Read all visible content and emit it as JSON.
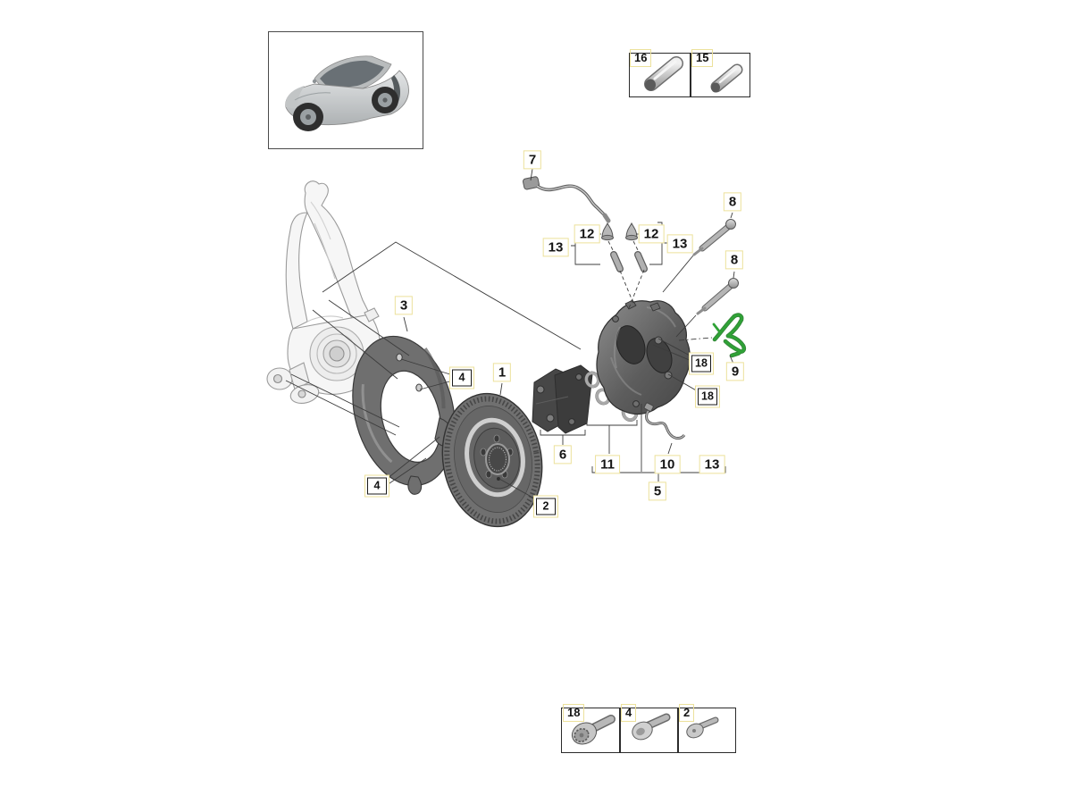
{
  "meta": {
    "kind": "exploded-parts-diagram",
    "subject": "front brake assembly with numbered callouts",
    "background": "#ffffff"
  },
  "colors": {
    "highlight_border": "#ece19b",
    "label_text": "#141414",
    "callout_box_border": "#1b1b1b",
    "cell_border": "#2b2b2b",
    "leader_line": "#3c3c3c",
    "spring_green": "#2fa236",
    "part_dark_gray": "#5a5a5a",
    "part_light_gray": "#c9c9c9"
  },
  "icons": {
    "vehicle": "suv-3quarter-view-thumbnail",
    "tube_large": "sealant-tube-large",
    "tube_small": "sealant-tube-small",
    "screw_multi_point": "multi-point-flange-bolt",
    "screw_pan_head": "pan-head-screw",
    "screw_countersunk": "countersunk-screw",
    "spring": "pad-retaining-spring-highlighted",
    "disc": "vented-brake-disc",
    "caliper": "brake-caliper",
    "shield": "brake-dust-shield",
    "knuckle": "steering-knuckle",
    "hose": "brake-hose",
    "pads": "brake-pad-set",
    "rings": "seal-ring-set",
    "wire": "wear-sensor-wire",
    "bolt": "caliper-mounting-bolt",
    "cap": "bleeder-dust-cap",
    "sleeve": "guide-sleeve"
  },
  "callouts": [
    {
      "text": "7"
    },
    {
      "text": "12"
    },
    {
      "text": "12"
    },
    {
      "text": "13"
    },
    {
      "text": "13"
    },
    {
      "text": "8"
    },
    {
      "text": "8"
    },
    {
      "text": "3"
    },
    {
      "text": "1"
    },
    {
      "text": "4"
    },
    {
      "text": "4"
    },
    {
      "text": "9"
    },
    {
      "text": "18"
    },
    {
      "text": "18"
    },
    {
      "text": "2"
    },
    {
      "text": "6"
    },
    {
      "text": "11"
    },
    {
      "text": "10"
    },
    {
      "text": "13"
    },
    {
      "text": "5"
    }
  ],
  "ref_panels": {
    "top_right": [
      {
        "num": "16"
      },
      {
        "num": "15"
      }
    ],
    "bottom": [
      {
        "num": "18"
      },
      {
        "num": "4"
      },
      {
        "num": "2"
      }
    ]
  }
}
